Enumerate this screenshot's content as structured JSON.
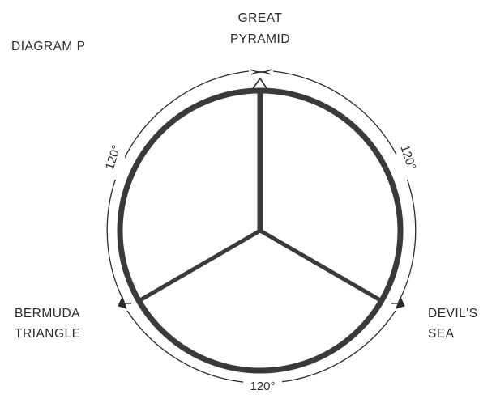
{
  "diagram": {
    "title": "DIAGRAM P",
    "labels": {
      "top_line1": "GREAT",
      "top_line2": "PYRAMID",
      "left_line1": "BERMUDA",
      "left_line2": "TRIANGLE",
      "right_line1": "DEVIL'S",
      "right_line2": "SEA"
    },
    "angles": {
      "left_arc": "120°",
      "right_arc": "120°",
      "bottom_arc": "120°"
    }
  }
}
